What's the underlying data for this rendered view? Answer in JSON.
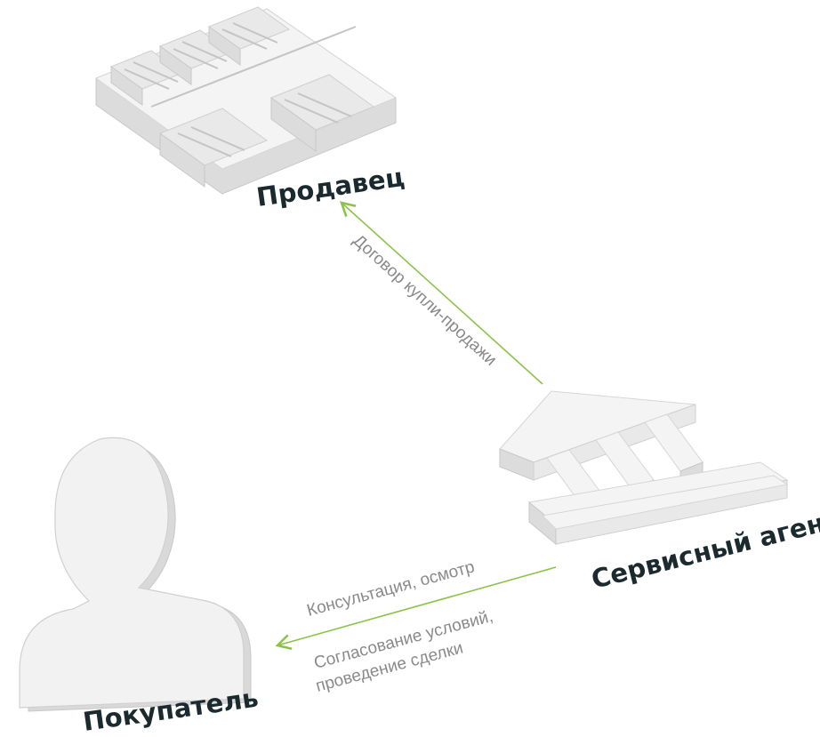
{
  "nodes": {
    "seller": {
      "label": "Продавец",
      "icon": "domrf-logo-icon"
    },
    "agent": {
      "label": "Сервисный агент",
      "icon": "bank-building-icon"
    },
    "buyer": {
      "label": "Покупатель",
      "icon": "person-silhouette-icon"
    }
  },
  "edges": {
    "agent_to_seller": {
      "label": "Договор купли-продажи"
    },
    "agent_to_buyer": {
      "label_top": "Консультация, осмотр",
      "label_bottom_line1": "Согласование условий,",
      "label_bottom_line2": "проведение сделки"
    }
  },
  "colors": {
    "arrow": "#8bc34a",
    "title_text": "#1a2a2f",
    "label_text": "#8a8a8a"
  }
}
